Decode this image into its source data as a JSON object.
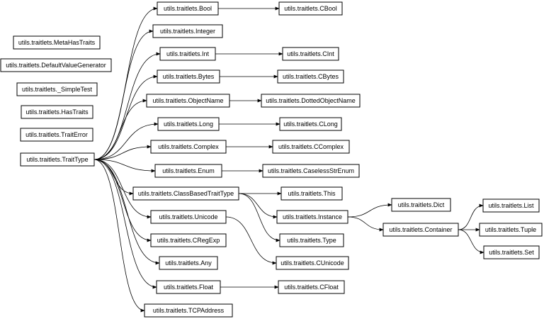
{
  "diagram": {
    "nodes": {
      "metahastraits": "utils.traitlets.MetaHasTraits",
      "defaultvaluegenerator": "utils.traitlets.DefaultValueGenerator",
      "simpletest": "utils.traitlets._SimpleTest",
      "hastraits": "utils.traitlets.HasTraits",
      "traiterror": "utils.traitlets.TraitError",
      "traittype": "utils.traitlets.TraitType",
      "bool": "utils.traitlets.Bool",
      "integer": "utils.traitlets.Integer",
      "int": "utils.traitlets.Int",
      "bytes": "utils.traitlets.Bytes",
      "objectname": "utils.traitlets.ObjectName",
      "long": "utils.traitlets.Long",
      "complex": "utils.traitlets.Complex",
      "enum": "utils.traitlets.Enum",
      "classbasedtraittype": "utils.traitlets.ClassBasedTraitType",
      "unicode": "utils.traitlets.Unicode",
      "cregexp": "utils.traitlets.CRegExp",
      "any": "utils.traitlets.Any",
      "float": "utils.traitlets.Float",
      "tcpaddress": "utils.traitlets.TCPAddress",
      "cbool": "utils.traitlets.CBool",
      "cint": "utils.traitlets.CInt",
      "cbytes": "utils.traitlets.CBytes",
      "dottedobjectname": "utils.traitlets.DottedObjectName",
      "clong": "utils.traitlets.CLong",
      "ccomplex": "utils.traitlets.CComplex",
      "caselessstrenum": "utils.traitlets.CaselessStrEnum",
      "this": "utils.traitlets.This",
      "instance": "utils.traitlets.Instance",
      "type": "utils.traitlets.Type",
      "cunicode": "utils.traitlets.CUnicode",
      "cfloat": "utils.traitlets.CFloat",
      "dict": "utils.traitlets.Dict",
      "container": "utils.traitlets.Container",
      "list": "utils.traitlets.List",
      "tuple": "utils.traitlets.Tuple",
      "set": "utils.traitlets.Set"
    },
    "edges": [
      [
        "traittype",
        "bool"
      ],
      [
        "traittype",
        "integer"
      ],
      [
        "traittype",
        "int"
      ],
      [
        "traittype",
        "bytes"
      ],
      [
        "traittype",
        "objectname"
      ],
      [
        "traittype",
        "long"
      ],
      [
        "traittype",
        "complex"
      ],
      [
        "traittype",
        "enum"
      ],
      [
        "traittype",
        "classbasedtraittype"
      ],
      [
        "traittype",
        "unicode"
      ],
      [
        "traittype",
        "cregexp"
      ],
      [
        "traittype",
        "any"
      ],
      [
        "traittype",
        "float"
      ],
      [
        "traittype",
        "tcpaddress"
      ],
      [
        "bool",
        "cbool"
      ],
      [
        "int",
        "cint"
      ],
      [
        "bytes",
        "cbytes"
      ],
      [
        "objectname",
        "dottedobjectname"
      ],
      [
        "long",
        "clong"
      ],
      [
        "complex",
        "ccomplex"
      ],
      [
        "enum",
        "caselessstrenum"
      ],
      [
        "classbasedtraittype",
        "this"
      ],
      [
        "classbasedtraittype",
        "instance"
      ],
      [
        "classbasedtraittype",
        "type"
      ],
      [
        "unicode",
        "cunicode"
      ],
      [
        "float",
        "cfloat"
      ],
      [
        "instance",
        "dict"
      ],
      [
        "instance",
        "container"
      ],
      [
        "container",
        "list"
      ],
      [
        "container",
        "tuple"
      ],
      [
        "container",
        "set"
      ]
    ]
  }
}
